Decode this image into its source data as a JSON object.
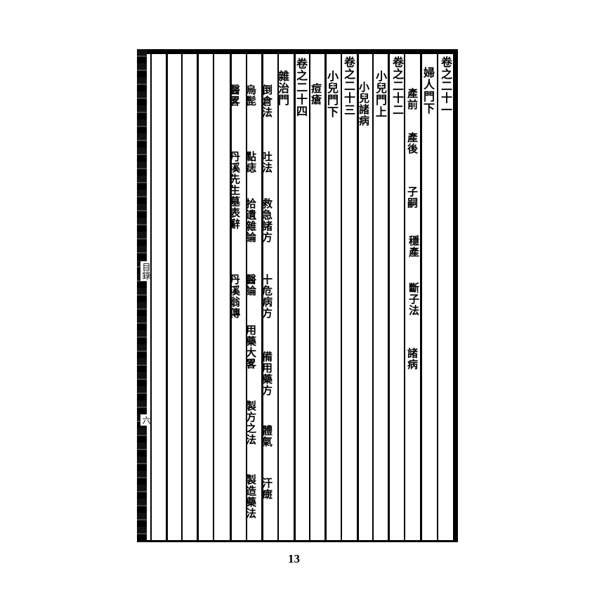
{
  "page_number": "13",
  "edge_labels": [
    "目錄",
    "六"
  ],
  "columns": [
    {
      "items": [
        "卷之二十一"
      ]
    },
    {
      "items": [
        "婦人門下"
      ]
    },
    {
      "items": [
        "產前",
        "產後",
        "子嗣",
        "穩產",
        "斷子法",
        "諸病"
      ]
    },
    {
      "items": [
        "卷之二十二"
      ]
    },
    {
      "items": [
        "小兒門上"
      ]
    },
    {
      "items": [
        "小兒諸病"
      ]
    },
    {
      "items": [
        "卷之二十三"
      ]
    },
    {
      "items": [
        "小兒門下"
      ]
    },
    {
      "items": [
        "痘瘡"
      ]
    },
    {
      "items": [
        "卷之二十四"
      ]
    },
    {
      "items": [
        "雜治門"
      ]
    },
    {
      "items": [
        "倒倉法",
        "吐法",
        "救急諸方",
        "十危病方",
        "備用藥方",
        "體氣",
        "汗癍"
      ]
    },
    {
      "items": [
        "烏髭",
        "點痣",
        "拾遺雜論",
        "醫論",
        "用藥大畧",
        "製方之法",
        "製造藥法"
      ]
    },
    {
      "items": [
        "醫畧",
        "丹溪先生墓表辭",
        "丹溪翁傳"
      ]
    }
  ]
}
